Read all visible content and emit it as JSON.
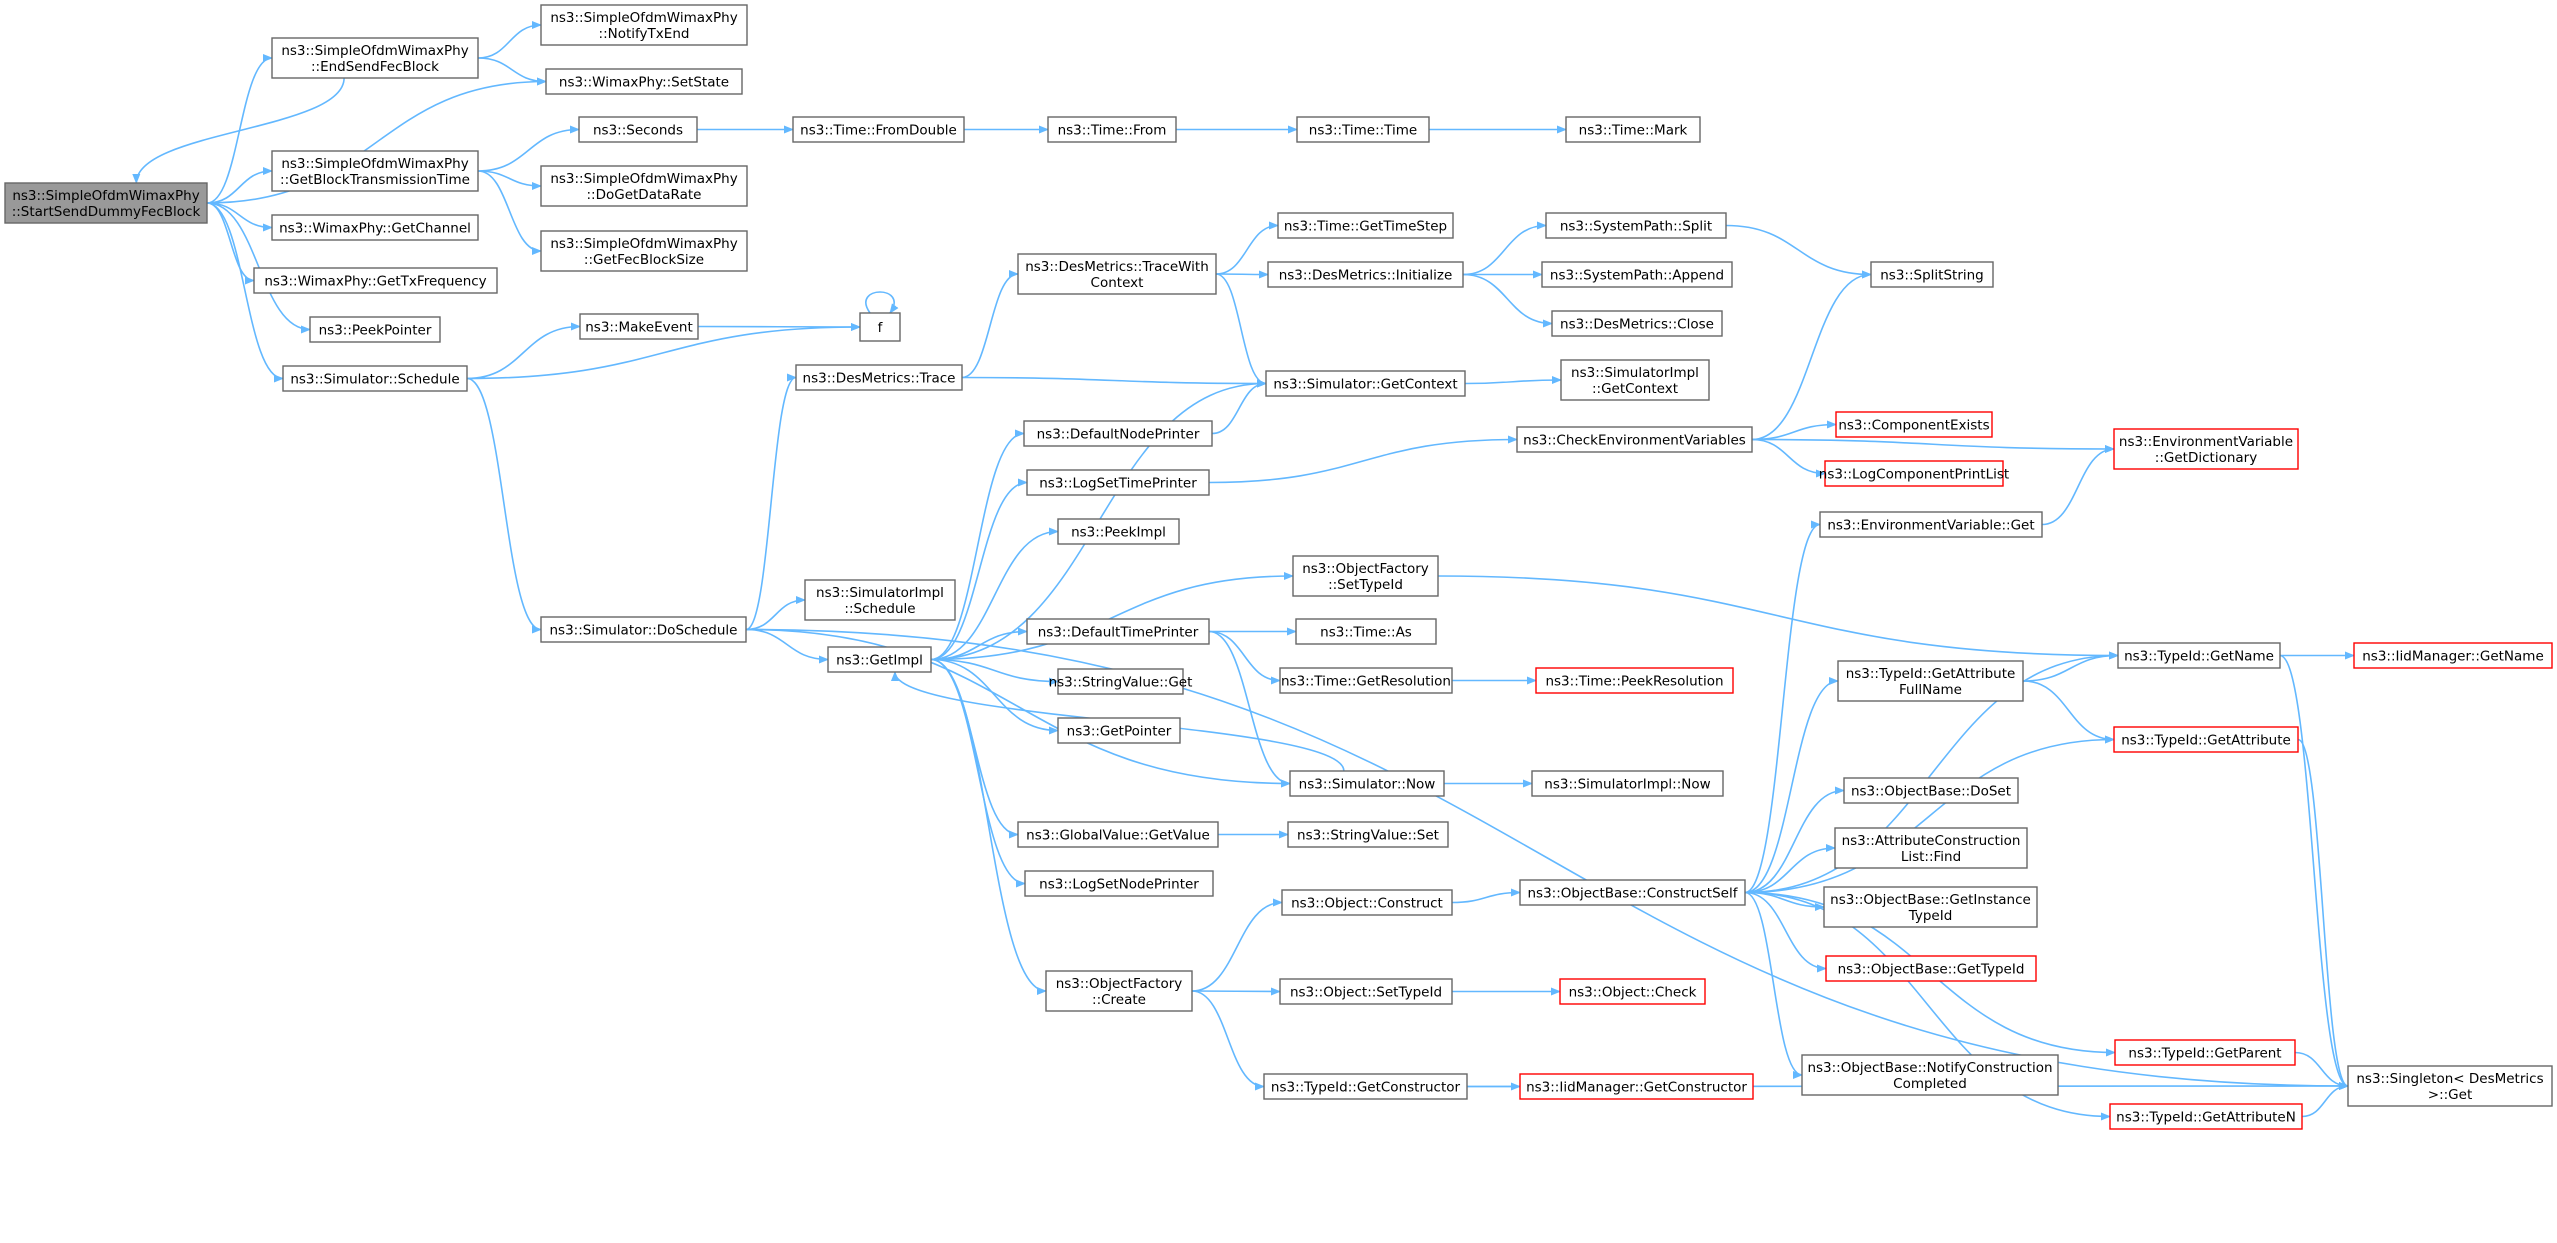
{
  "colors": {
    "edge": "#63b8ff",
    "node_border": "#666666",
    "node_fill": "#ffffff",
    "truncated_border": "#ff0000",
    "root_fill": "#999999",
    "root_border": "#666666",
    "text": "#000000"
  },
  "nodes": [
    {
      "id": "root",
      "lines": [
        "ns3::SimpleOfdmWimaxPhy",
        "::StartSendDummyFecBlock"
      ],
      "style": "root"
    },
    {
      "id": "endSend",
      "lines": [
        "ns3::SimpleOfdmWimaxPhy",
        "::EndSendFecBlock"
      ],
      "style": "normal"
    },
    {
      "id": "notifyTx",
      "lines": [
        "ns3::SimpleOfdmWimaxPhy",
        "::NotifyTxEnd"
      ],
      "style": "normal"
    },
    {
      "id": "setState",
      "lines": [
        "ns3::WimaxPhy::SetState"
      ],
      "style": "normal"
    },
    {
      "id": "getBlockTx",
      "lines": [
        "ns3::SimpleOfdmWimaxPhy",
        "::GetBlockTransmissionTime"
      ],
      "style": "normal"
    },
    {
      "id": "seconds",
      "lines": [
        "ns3::Seconds"
      ],
      "style": "normal"
    },
    {
      "id": "fromDouble",
      "lines": [
        "ns3::Time::FromDouble"
      ],
      "style": "normal"
    },
    {
      "id": "timeFrom",
      "lines": [
        "ns3::Time::From"
      ],
      "style": "normal"
    },
    {
      "id": "timeTime",
      "lines": [
        "ns3::Time::Time"
      ],
      "style": "normal"
    },
    {
      "id": "timeMark",
      "lines": [
        "ns3::Time::Mark"
      ],
      "style": "normal"
    },
    {
      "id": "doGetDataRate",
      "lines": [
        "ns3::SimpleOfdmWimaxPhy",
        "::DoGetDataRate"
      ],
      "style": "normal"
    },
    {
      "id": "getFecBlockSize",
      "lines": [
        "ns3::SimpleOfdmWimaxPhy",
        "::GetFecBlockSize"
      ],
      "style": "normal"
    },
    {
      "id": "getChannel",
      "lines": [
        "ns3::WimaxPhy::GetChannel"
      ],
      "style": "normal"
    },
    {
      "id": "getTxFreq",
      "lines": [
        "ns3::WimaxPhy::GetTxFrequency"
      ],
      "style": "normal"
    },
    {
      "id": "peekPointer",
      "lines": [
        "ns3::PeekPointer"
      ],
      "style": "normal"
    },
    {
      "id": "simSchedule",
      "lines": [
        "ns3::Simulator::Schedule"
      ],
      "style": "normal"
    },
    {
      "id": "makeEvent",
      "lines": [
        "ns3::MakeEvent"
      ],
      "style": "normal"
    },
    {
      "id": "f",
      "lines": [
        "f"
      ],
      "style": "normal"
    },
    {
      "id": "desTrace",
      "lines": [
        "ns3::DesMetrics::Trace"
      ],
      "style": "normal"
    },
    {
      "id": "traceWithCtx",
      "lines": [
        "ns3::DesMetrics::TraceWith",
        "Context"
      ],
      "style": "normal"
    },
    {
      "id": "getTimeStep",
      "lines": [
        "ns3::Time::GetTimeStep"
      ],
      "style": "normal"
    },
    {
      "id": "desInit",
      "lines": [
        "ns3::DesMetrics::Initialize"
      ],
      "style": "normal"
    },
    {
      "id": "spSplit",
      "lines": [
        "ns3::SystemPath::Split"
      ],
      "style": "normal"
    },
    {
      "id": "spAppend",
      "lines": [
        "ns3::SystemPath::Append"
      ],
      "style": "normal"
    },
    {
      "id": "splitString",
      "lines": [
        "ns3::SplitString"
      ],
      "style": "normal"
    },
    {
      "id": "desClose",
      "lines": [
        "ns3::DesMetrics::Close"
      ],
      "style": "normal"
    },
    {
      "id": "simGetContext",
      "lines": [
        "ns3::Simulator::GetContext"
      ],
      "style": "normal"
    },
    {
      "id": "simImplGetContext",
      "lines": [
        "ns3::SimulatorImpl",
        "::GetContext"
      ],
      "style": "normal"
    },
    {
      "id": "defaultNodePrinter",
      "lines": [
        "ns3::DefaultNodePrinter"
      ],
      "style": "normal"
    },
    {
      "id": "checkEnv",
      "lines": [
        "ns3::CheckEnvironmentVariables"
      ],
      "style": "normal"
    },
    {
      "id": "componentExists",
      "lines": [
        "ns3::ComponentExists"
      ],
      "style": "truncated"
    },
    {
      "id": "logCompPrintList",
      "lines": [
        "ns3::LogComponentPrintList"
      ],
      "style": "truncated"
    },
    {
      "id": "envGetDict",
      "lines": [
        "ns3::EnvironmentVariable",
        "::GetDictionary"
      ],
      "style": "truncated"
    },
    {
      "id": "logSetTimePrinter",
      "lines": [
        "ns3::LogSetTimePrinter"
      ],
      "style": "normal"
    },
    {
      "id": "peekImpl",
      "lines": [
        "ns3::PeekImpl"
      ],
      "style": "normal"
    },
    {
      "id": "envGet",
      "lines": [
        "ns3::EnvironmentVariable::Get"
      ],
      "style": "normal"
    },
    {
      "id": "ofSetTypeId",
      "lines": [
        "ns3::ObjectFactory",
        "::SetTypeId"
      ],
      "style": "normal"
    },
    {
      "id": "simImplSchedule",
      "lines": [
        "ns3::SimulatorImpl",
        "::Schedule"
      ],
      "style": "normal"
    },
    {
      "id": "doSchedule",
      "lines": [
        "ns3::Simulator::DoSchedule"
      ],
      "style": "normal"
    },
    {
      "id": "getImpl",
      "lines": [
        "ns3::GetImpl"
      ],
      "style": "normal"
    },
    {
      "id": "defaultTimePrinter",
      "lines": [
        "ns3::DefaultTimePrinter"
      ],
      "style": "normal"
    },
    {
      "id": "timeAs",
      "lines": [
        "ns3::Time::As"
      ],
      "style": "normal"
    },
    {
      "id": "getResolution",
      "lines": [
        "ns3::Time::GetResolution"
      ],
      "style": "normal"
    },
    {
      "id": "peekResolution",
      "lines": [
        "ns3::Time::PeekResolution"
      ],
      "style": "truncated"
    },
    {
      "id": "typeIdGetName",
      "lines": [
        "ns3::TypeId::GetName"
      ],
      "style": "normal"
    },
    {
      "id": "iidGetName",
      "lines": [
        "ns3::IidManager::GetName"
      ],
      "style": "truncated"
    },
    {
      "id": "getAttrFullName",
      "lines": [
        "ns3::TypeId::GetAttribute",
        "FullName"
      ],
      "style": "normal"
    },
    {
      "id": "typeIdGetAttr",
      "lines": [
        "ns3::TypeId::GetAttribute"
      ],
      "style": "truncated"
    },
    {
      "id": "stringValueGet",
      "lines": [
        "ns3::StringValue::Get"
      ],
      "style": "normal"
    },
    {
      "id": "getPointer",
      "lines": [
        "ns3::GetPointer"
      ],
      "style": "normal"
    },
    {
      "id": "simNow",
      "lines": [
        "ns3::Simulator::Now"
      ],
      "style": "normal"
    },
    {
      "id": "simImplNow",
      "lines": [
        "ns3::SimulatorImpl::Now"
      ],
      "style": "normal"
    },
    {
      "id": "obDoSet",
      "lines": [
        "ns3::ObjectBase::DoSet"
      ],
      "style": "normal"
    },
    {
      "id": "gvGetValue",
      "lines": [
        "ns3::GlobalValue::GetValue"
      ],
      "style": "normal"
    },
    {
      "id": "stringValueSet",
      "lines": [
        "ns3::StringValue::Set"
      ],
      "style": "normal"
    },
    {
      "id": "attrCLFind",
      "lines": [
        "ns3::AttributeConstruction",
        "List::Find"
      ],
      "style": "normal"
    },
    {
      "id": "logSetNodePrinter",
      "lines": [
        "ns3::LogSetNodePrinter"
      ],
      "style": "normal"
    },
    {
      "id": "objConstruct",
      "lines": [
        "ns3::Object::Construct"
      ],
      "style": "normal"
    },
    {
      "id": "constructSelf",
      "lines": [
        "ns3::ObjectBase::ConstructSelf"
      ],
      "style": "normal"
    },
    {
      "id": "getInstanceTypeId",
      "lines": [
        "ns3::ObjectBase::GetInstance",
        "TypeId"
      ],
      "style": "normal"
    },
    {
      "id": "obGetTypeId",
      "lines": [
        "ns3::ObjectBase::GetTypeId"
      ],
      "style": "truncated"
    },
    {
      "id": "ofCreate",
      "lines": [
        "ns3::ObjectFactory",
        "::Create"
      ],
      "style": "normal"
    },
    {
      "id": "objSetTypeId",
      "lines": [
        "ns3::Object::SetTypeId"
      ],
      "style": "normal"
    },
    {
      "id": "objCheck",
      "lines": [
        "ns3::Object::Check"
      ],
      "style": "truncated"
    },
    {
      "id": "typeIdGetParent",
      "lines": [
        "ns3::TypeId::GetParent"
      ],
      "style": "truncated"
    },
    {
      "id": "notifyConstruction",
      "lines": [
        "ns3::ObjectBase::NotifyConstruction",
        "Completed"
      ],
      "style": "normal"
    },
    {
      "id": "singletonGet",
      "lines": [
        "ns3::Singleton< DesMetrics",
        ">::Get"
      ],
      "style": "normal"
    },
    {
      "id": "getConstructor",
      "lines": [
        "ns3::TypeId::GetConstructor"
      ],
      "style": "normal"
    },
    {
      "id": "iidGetConstructor",
      "lines": [
        "ns3::IidManager::GetConstructor"
      ],
      "style": "truncated"
    },
    {
      "id": "getAttrN",
      "lines": [
        "ns3::TypeId::GetAttributeN"
      ],
      "style": "truncated"
    }
  ],
  "edges": [
    {
      "from": "root",
      "to": "endSend"
    },
    {
      "from": "endSend",
      "to": "root"
    },
    {
      "from": "endSend",
      "to": "notifyTx"
    },
    {
      "from": "endSend",
      "to": "setState"
    },
    {
      "from": "root",
      "to": "setState"
    },
    {
      "from": "root",
      "to": "getBlockTx"
    },
    {
      "from": "getBlockTx",
      "to": "seconds"
    },
    {
      "from": "seconds",
      "to": "fromDouble"
    },
    {
      "from": "fromDouble",
      "to": "timeFrom"
    },
    {
      "from": "timeFrom",
      "to": "timeTime"
    },
    {
      "from": "timeTime",
      "to": "timeMark"
    },
    {
      "from": "getBlockTx",
      "to": "doGetDataRate"
    },
    {
      "from": "getBlockTx",
      "to": "getFecBlockSize"
    },
    {
      "from": "root",
      "to": "getChannel"
    },
    {
      "from": "root",
      "to": "getTxFreq"
    },
    {
      "from": "root",
      "to": "peekPointer"
    },
    {
      "from": "root",
      "to": "simSchedule"
    },
    {
      "from": "simSchedule",
      "to": "makeEvent"
    },
    {
      "from": "makeEvent",
      "to": "f"
    },
    {
      "from": "simSchedule",
      "to": "f"
    },
    {
      "from": "f",
      "to": "f"
    },
    {
      "from": "simSchedule",
      "to": "doSchedule"
    },
    {
      "from": "doSchedule",
      "to": "desTrace"
    },
    {
      "from": "desTrace",
      "to": "traceWithCtx"
    },
    {
      "from": "desTrace",
      "to": "simGetContext"
    },
    {
      "from": "traceWithCtx",
      "to": "getTimeStep"
    },
    {
      "from": "traceWithCtx",
      "to": "desInit"
    },
    {
      "from": "traceWithCtx",
      "to": "simGetContext"
    },
    {
      "from": "desInit",
      "to": "spSplit"
    },
    {
      "from": "desInit",
      "to": "spAppend"
    },
    {
      "from": "desInit",
      "to": "desClose"
    },
    {
      "from": "spSplit",
      "to": "splitString"
    },
    {
      "from": "simGetContext",
      "to": "simImplGetContext"
    },
    {
      "from": "doSchedule",
      "to": "simImplSchedule"
    },
    {
      "from": "doSchedule",
      "to": "getImpl"
    },
    {
      "from": "doSchedule",
      "to": "simNow"
    },
    {
      "from": "doSchedule",
      "to": "singletonGet"
    },
    {
      "from": "getImpl",
      "to": "simGetContext"
    },
    {
      "from": "getImpl",
      "to": "defaultNodePrinter"
    },
    {
      "from": "getImpl",
      "to": "logSetTimePrinter"
    },
    {
      "from": "getImpl",
      "to": "peekImpl"
    },
    {
      "from": "getImpl",
      "to": "ofSetTypeId"
    },
    {
      "from": "getImpl",
      "to": "defaultTimePrinter"
    },
    {
      "from": "getImpl",
      "to": "stringValueGet"
    },
    {
      "from": "getImpl",
      "to": "getPointer"
    },
    {
      "from": "getImpl",
      "to": "gvGetValue"
    },
    {
      "from": "getImpl",
      "to": "logSetNodePrinter"
    },
    {
      "from": "getImpl",
      "to": "ofCreate"
    },
    {
      "from": "defaultNodePrinter",
      "to": "simGetContext"
    },
    {
      "from": "logSetTimePrinter",
      "to": "checkEnv"
    },
    {
      "from": "checkEnv",
      "to": "splitString"
    },
    {
      "from": "checkEnv",
      "to": "componentExists"
    },
    {
      "from": "checkEnv",
      "to": "logCompPrintList"
    },
    {
      "from": "checkEnv",
      "to": "envGetDict"
    },
    {
      "from": "envGet",
      "to": "envGetDict"
    },
    {
      "from": "ofSetTypeId",
      "to": "typeIdGetName"
    },
    {
      "from": "defaultTimePrinter",
      "to": "timeAs"
    },
    {
      "from": "defaultTimePrinter",
      "to": "getResolution"
    },
    {
      "from": "defaultTimePrinter",
      "to": "simNow"
    },
    {
      "from": "getResolution",
      "to": "peekResolution"
    },
    {
      "from": "simNow",
      "to": "getImpl"
    },
    {
      "from": "simNow",
      "to": "simImplNow"
    },
    {
      "from": "gvGetValue",
      "to": "stringValueSet"
    },
    {
      "from": "ofCreate",
      "to": "objConstruct"
    },
    {
      "from": "ofCreate",
      "to": "objSetTypeId"
    },
    {
      "from": "ofCreate",
      "to": "getConstructor"
    },
    {
      "from": "objConstruct",
      "to": "constructSelf"
    },
    {
      "from": "objSetTypeId",
      "to": "objCheck"
    },
    {
      "from": "getConstructor",
      "to": "iidGetConstructor"
    },
    {
      "from": "getConstructor",
      "to": "singletonGet"
    },
    {
      "from": "constructSelf",
      "to": "envGet"
    },
    {
      "from": "constructSelf",
      "to": "typeIdGetName"
    },
    {
      "from": "constructSelf",
      "to": "getAttrFullName"
    },
    {
      "from": "constructSelf",
      "to": "typeIdGetAttr"
    },
    {
      "from": "constructSelf",
      "to": "obDoSet"
    },
    {
      "from": "constructSelf",
      "to": "attrCLFind"
    },
    {
      "from": "constructSelf",
      "to": "getInstanceTypeId"
    },
    {
      "from": "constructSelf",
      "to": "obGetTypeId"
    },
    {
      "from": "constructSelf",
      "to": "typeIdGetParent"
    },
    {
      "from": "constructSelf",
      "to": "notifyConstruction"
    },
    {
      "from": "constructSelf",
      "to": "getAttrN"
    },
    {
      "from": "getAttrFullName",
      "to": "typeIdGetName"
    },
    {
      "from": "getAttrFullName",
      "to": "typeIdGetAttr"
    },
    {
      "from": "typeIdGetName",
      "to": "iidGetName"
    },
    {
      "from": "typeIdGetName",
      "to": "singletonGet"
    },
    {
      "from": "typeIdGetAttr",
      "to": "singletonGet"
    },
    {
      "from": "typeIdGetParent",
      "to": "singletonGet"
    },
    {
      "from": "getAttrN",
      "to": "singletonGet"
    }
  ]
}
